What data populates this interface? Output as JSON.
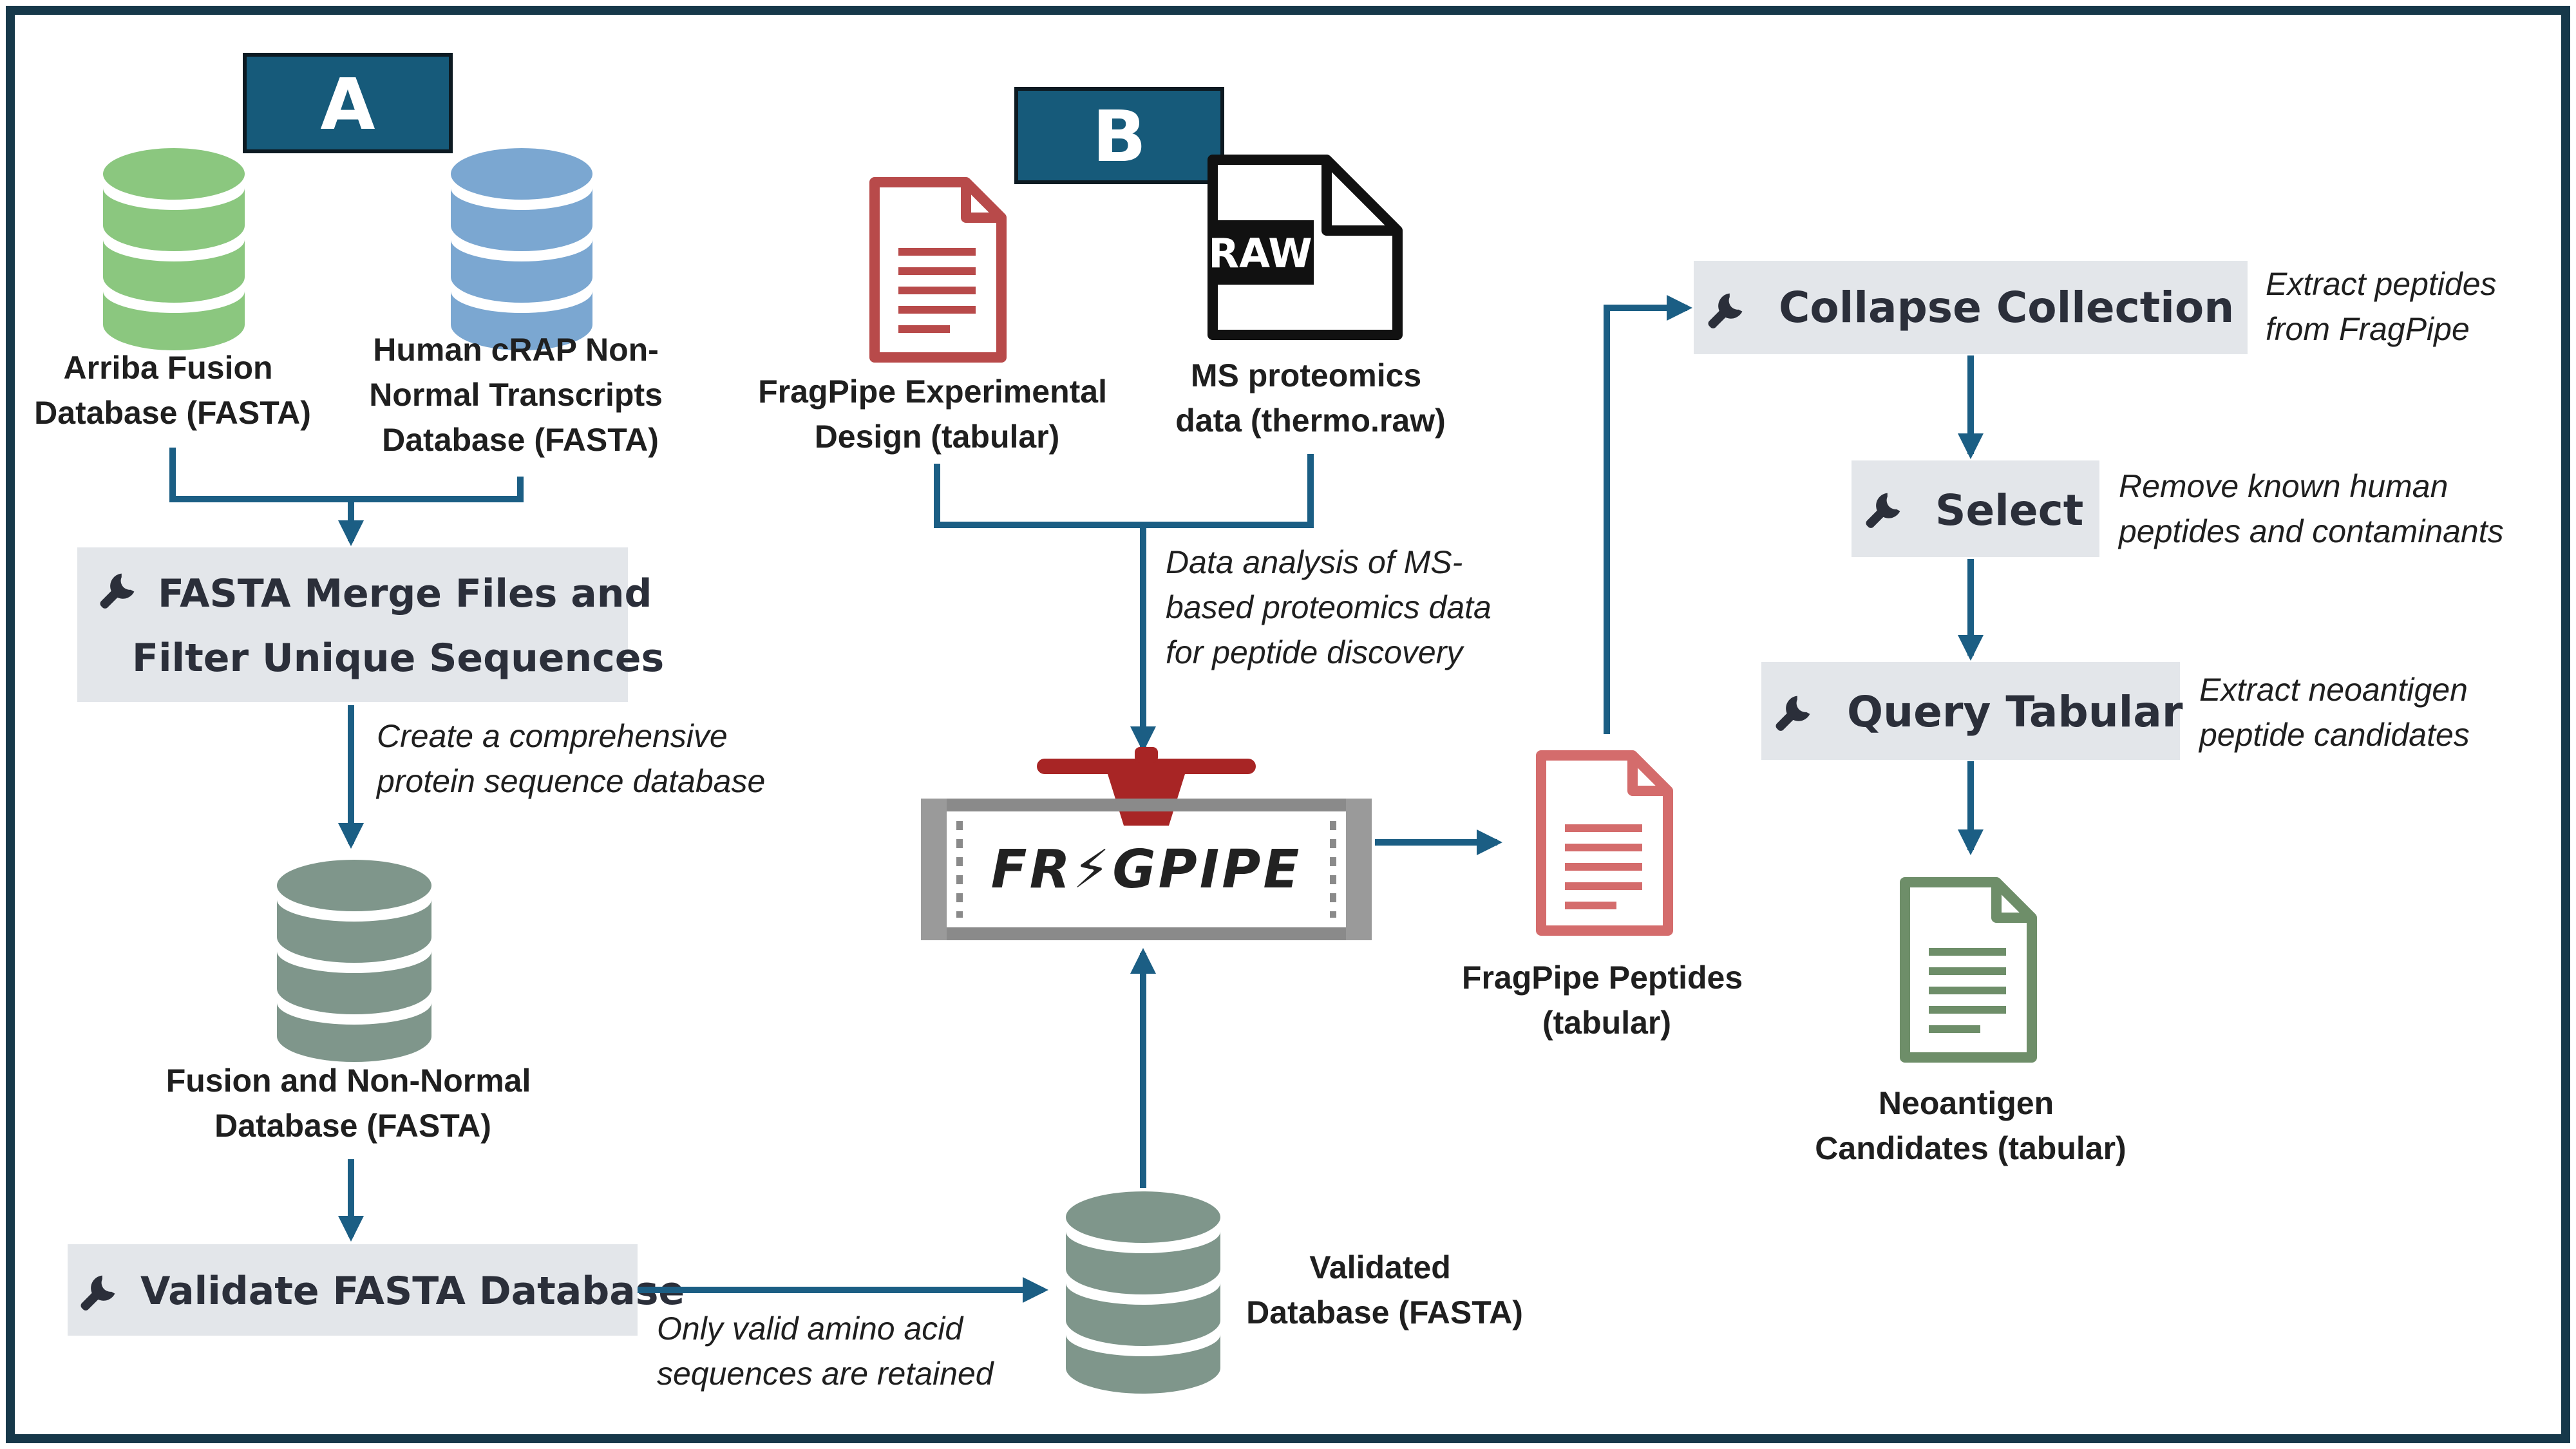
{
  "panels": {
    "a": "A",
    "b": "B"
  },
  "inputs": {
    "arriba": [
      "Arriba Fusion",
      "Database (FASTA)"
    ],
    "crap": [
      "Human cRAP Non-",
      "Normal Transcripts",
      "Database (FASTA)"
    ],
    "design": [
      "FragPipe Experimental",
      "Design (tabular)"
    ],
    "msdata": [
      "MS proteomics",
      "data (thermo.raw)"
    ],
    "raw_badge": "RAW"
  },
  "tools": {
    "merge": [
      "FASTA Merge Files and",
      "Filter Unique Sequences"
    ],
    "validate": "Validate FASTA Database",
    "collapse": "Collapse Collection",
    "select": "Select",
    "query": "Query Tabular",
    "fragpipe_logo": "FR⚡GPIPE"
  },
  "outputs": {
    "fusion_db": [
      "Fusion and Non-Normal",
      "Database (FASTA)"
    ],
    "validated_db": [
      "Validated",
      "Database (FASTA)"
    ],
    "peptides": [
      "FragPipe Peptides",
      "(tabular)"
    ],
    "neoantigen": [
      "Neoantigen",
      "Candidates (tabular)"
    ]
  },
  "notes": {
    "merge": [
      "Create a comprehensive",
      "protein sequence database"
    ],
    "validate": [
      "Only valid amino acid",
      "sequences are retained"
    ],
    "fragpipe": [
      "Data analysis of MS-",
      "based proteomics data",
      "for peptide discovery"
    ],
    "collapse": [
      "Extract peptides",
      "from FragPipe"
    ],
    "select": [
      "Remove known human",
      "peptides and contaminants"
    ],
    "query": [
      "Extract neoantigen",
      "peptide candidates"
    ]
  },
  "colors": {
    "frame": "#16384a",
    "arrow": "#1b5e84",
    "panel_bg": "#165a7a",
    "tool_bg": "#e3e6ea",
    "db_green": "#8bc77f",
    "db_blue": "#7ba7d1",
    "db_gray": "#7f968b",
    "doc_red": "#b84a4a",
    "doc_pink": "#d46c6c",
    "doc_green": "#6e8e69",
    "valve": "#a82525"
  }
}
